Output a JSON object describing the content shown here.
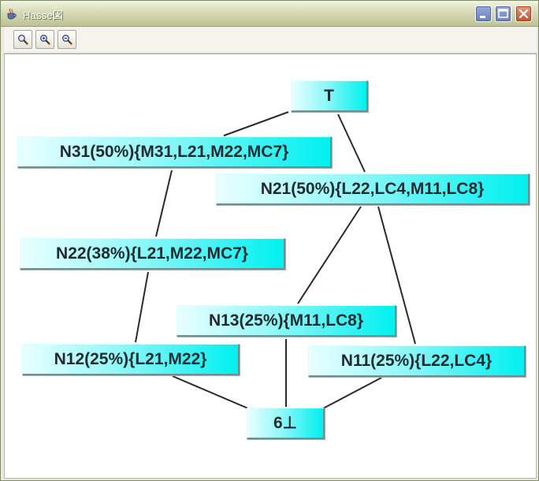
{
  "window": {
    "title": "Hasse図",
    "icons": {
      "app": "java-cup-icon",
      "minimize": "minimize-icon",
      "maximize": "maximize-icon",
      "close": "close-icon"
    }
  },
  "toolbar": {
    "buttons": [
      {
        "id": "zoom-reset",
        "icon": "magnifier-icon"
      },
      {
        "id": "zoom-in",
        "icon": "magnifier-plus-icon"
      },
      {
        "id": "zoom-out",
        "icon": "magnifier-minus-icon"
      }
    ]
  },
  "colors": {
    "node_start": "#eaffff",
    "node_end": "#00f0f0",
    "edge": "#2a2a2a",
    "node_text": "#1f2a30"
  },
  "graph": {
    "nodes": [
      {
        "id": "top",
        "label": "T"
      },
      {
        "id": "n31",
        "label": "N31(50%){M31,L21,M22,MC7}"
      },
      {
        "id": "n21",
        "label": "N21(50%){L22,LC4,M11,LC8}"
      },
      {
        "id": "n22",
        "label": "N22(38%){L21,M22,MC7}"
      },
      {
        "id": "n13",
        "label": "N13(25%){M11,LC8}"
      },
      {
        "id": "n12",
        "label": "N12(25%){L21,M22}"
      },
      {
        "id": "n11",
        "label": "N11(25%){L22,LC4}"
      },
      {
        "id": "bottom",
        "label": "6⊥"
      }
    ],
    "edges": [
      [
        "top",
        "n31"
      ],
      [
        "top",
        "n21"
      ],
      [
        "n31",
        "n22"
      ],
      [
        "n22",
        "n12"
      ],
      [
        "n21",
        "n13"
      ],
      [
        "n21",
        "n11"
      ],
      [
        "n12",
        "bottom"
      ],
      [
        "n13",
        "bottom"
      ],
      [
        "n11",
        "bottom"
      ]
    ]
  }
}
